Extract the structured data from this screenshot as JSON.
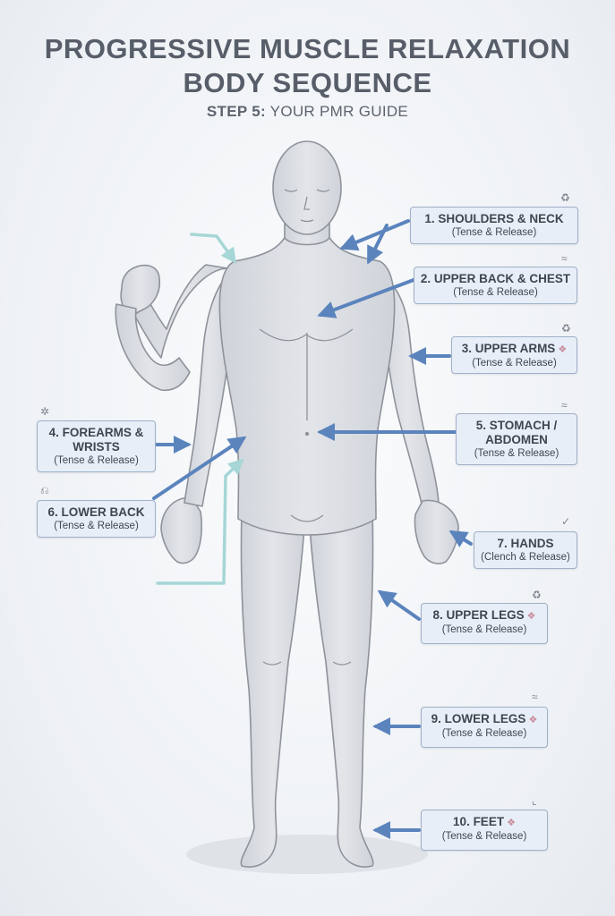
{
  "title_line1": "PROGRESSIVE MUSCLE RELAXATION",
  "title_line2": "BODY SEQUENCE",
  "subtitle_step": "STEP 5:",
  "subtitle_rest": " YOUR PMR GUIDE",
  "steps": [
    {
      "title": "1. SHOULDERS & NECK",
      "sub": "(Tense & Release)",
      "icon": "arm-flex-icon"
    },
    {
      "title": "2. UPPER BACK & CHEST",
      "sub": "(Tense & Release)",
      "icon": "breath-icon"
    },
    {
      "title": "3. UPPER ARMS",
      "sub": "(Tense & Release)",
      "icon": "arm-flex-icon"
    },
    {
      "title": "4. FOREARMS & WRISTS",
      "sub": "(Tense & Release)",
      "icon": "wrist-icon"
    },
    {
      "title": "5. STOMACH / ABDOMEN",
      "sub": "(Tense & Release)",
      "icon": "breath-icon"
    },
    {
      "title": "6. LOWER BACK",
      "sub": "(Tense & Release)",
      "icon": "spine-icon"
    },
    {
      "title": "7. HANDS",
      "sub": "(Clench & Release)",
      "icon": "thumbs-up-icon"
    },
    {
      "title": "8. UPPER LEGS",
      "sub": "(Tense & Release)",
      "icon": "leg-flex-icon"
    },
    {
      "title": "9. LOWER LEGS",
      "sub": "(Tense & Release)",
      "icon": "relax-icon"
    },
    {
      "title": "10. FEET",
      "sub": "(Tense & Release)",
      "icon": "foot-icon"
    }
  ],
  "colors": {
    "arrow_blue": "#5b84bd",
    "arrow_teal": "#a6d6d6",
    "label_bg": "#e8eef7",
    "body": "#d6d9de"
  }
}
